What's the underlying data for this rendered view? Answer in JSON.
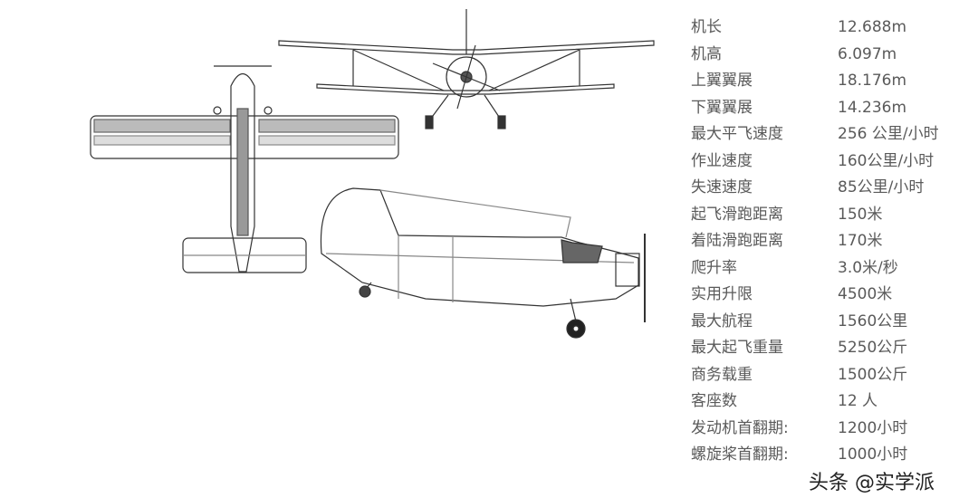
{
  "specs": [
    {
      "label": "机长",
      "value": "12.688m"
    },
    {
      "label": "机高",
      "value": "6.097m"
    },
    {
      "label": "上翼翼展",
      "value": "18.176m"
    },
    {
      "label": "下翼翼展",
      "value": "14.236m"
    },
    {
      "label": "最大平飞速度",
      "value": "256 公里/小时"
    },
    {
      "label": "作业速度",
      "value": "160公里/小时"
    },
    {
      "label": "失速速度",
      "value": "85公里/小时"
    },
    {
      "label": "起飞滑跑距离",
      "value": "150米"
    },
    {
      "label": "着陆滑跑距离",
      "value": "170米"
    },
    {
      "label": "爬升率",
      "value": "3.0米/秒"
    },
    {
      "label": "实用升限",
      "value": "4500米"
    },
    {
      "label": "最大航程",
      "value": "1560公里"
    },
    {
      "label": "最大起飞重量",
      "value": "5250公斤"
    },
    {
      "label": "商务载重",
      "value": "1500公斤"
    },
    {
      "label": "客座数",
      "value": "12 人"
    },
    {
      "label": "发动机首翻期:",
      "value": "1200小时"
    },
    {
      "label": "螺旋桨首翻期:",
      "value": "1000小时"
    }
  ],
  "watermark": "头条 @实学派"
}
